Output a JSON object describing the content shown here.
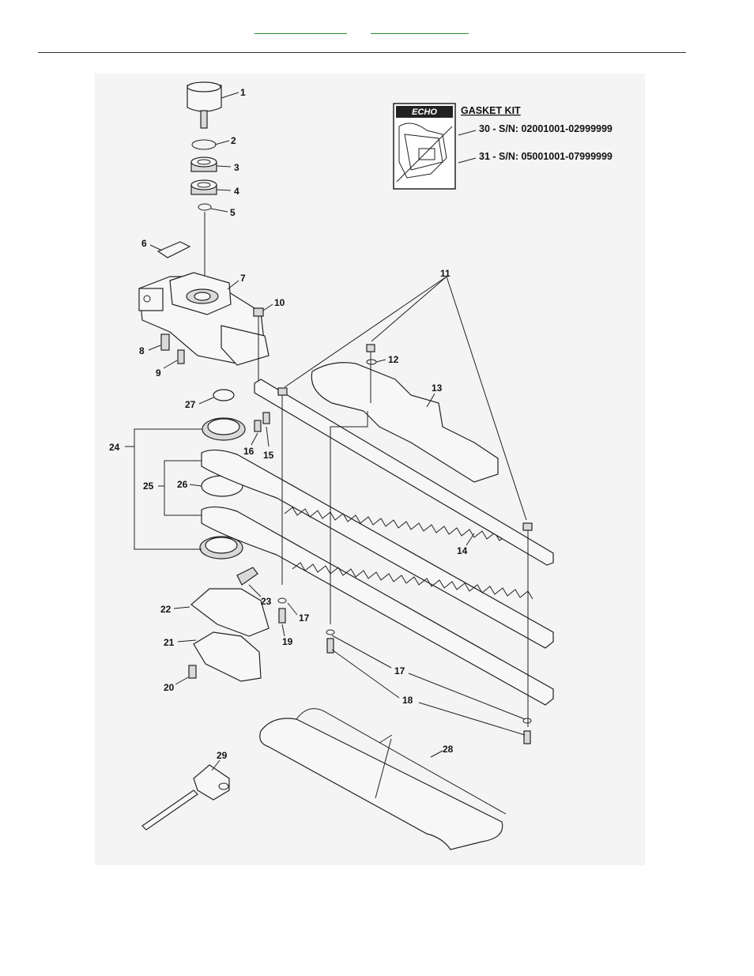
{
  "header": {
    "nav_links": [
      "",
      ""
    ]
  },
  "kit": {
    "title": "GASKET KIT",
    "brand": "ECHO",
    "entries": [
      "30 - S/N: 02001001-02999999",
      "31 - S/N: 05001001-07999999"
    ]
  },
  "callouts": {
    "c1": "1",
    "c2": "2",
    "c3": "3",
    "c4": "4",
    "c5": "5",
    "c6": "6",
    "c7": "7",
    "c8": "8",
    "c9": "9",
    "c10": "10",
    "c11": "11",
    "c12": "12",
    "c13": "13",
    "c14": "14",
    "c15": "15",
    "c16": "16",
    "c17a": "17",
    "c17b": "17",
    "c18": "18",
    "c19": "19",
    "c20": "20",
    "c21": "21",
    "c22": "22",
    "c23": "23",
    "c24": "24",
    "c25": "25",
    "c26": "26",
    "c27": "27",
    "c28": "28",
    "c29": "29"
  }
}
